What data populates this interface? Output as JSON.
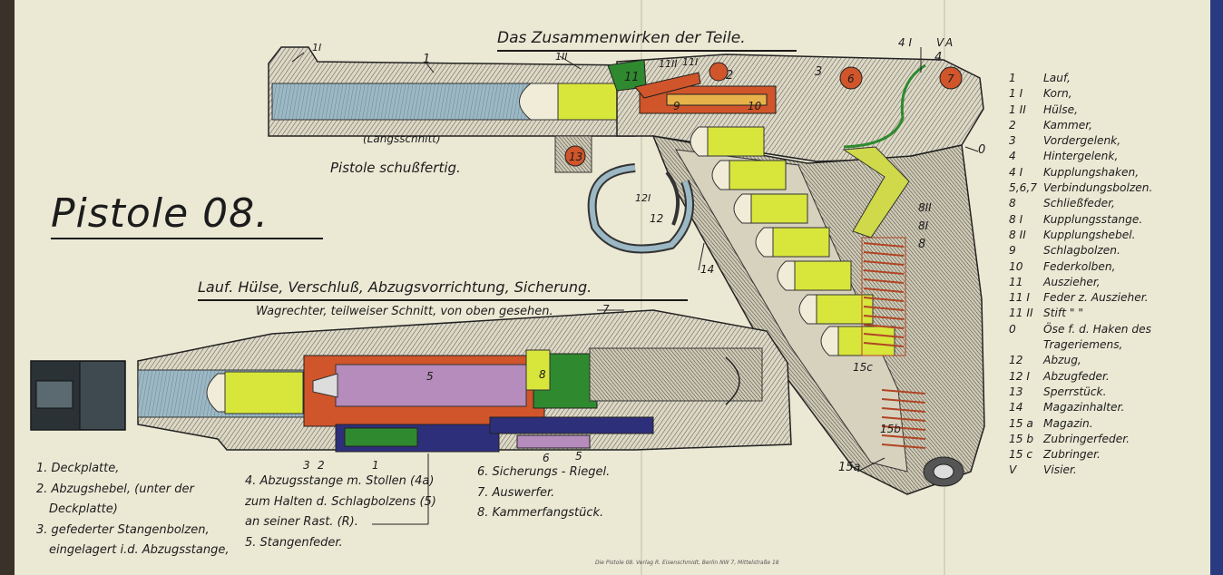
{
  "page": {
    "title": "Pistole 08.",
    "header_top": "Das Zusammenwirken der Teile.",
    "longitudinal_section": "(Längsschnitt)",
    "ready_to_fire": "Pistole schußfertig.",
    "section_heading_parts": [
      "Lauf.",
      "Hülse,",
      "Verschluß,",
      "Abzugsvorrichtung,",
      "Sicherung."
    ],
    "section_subheading": "Wagrechter, teilweiser Schnitt, von oben gesehen."
  },
  "legend": [
    {
      "n": "1",
      "text": "Lauf,"
    },
    {
      "n": "1 I",
      "text": "Korn,"
    },
    {
      "n": "1 II",
      "text": "Hülse,"
    },
    {
      "n": "2",
      "text": "Kammer,"
    },
    {
      "n": "3",
      "text": "Vordergelenk,"
    },
    {
      "n": "4",
      "text": "Hintergelenk,"
    },
    {
      "n": "4 I",
      "text": "Kupplungshaken,"
    },
    {
      "n": "5,6,7",
      "text": "Verbindungsbolzen."
    },
    {
      "n": "8",
      "text": "Schließfeder,"
    },
    {
      "n": "8 I",
      "text": "Kupplungsstange."
    },
    {
      "n": "8 II",
      "text": "Kupplungshebel."
    },
    {
      "n": "9",
      "text": "Schlagbolzen."
    },
    {
      "n": "10",
      "text": "Federkolben,"
    },
    {
      "n": "11",
      "text": "Auszieher,"
    },
    {
      "n": "11 I",
      "text": "Feder z. Auszieher."
    },
    {
      "n": "11 II",
      "text": "Stift   \"      \""
    },
    {
      "n": "0",
      "text": "Öse f. d. Haken des"
    },
    {
      "n": "",
      "text": "Trageriemens,"
    },
    {
      "n": "12",
      "text": "Abzug,"
    },
    {
      "n": "12 I",
      "text": "Abzugfeder."
    },
    {
      "n": "13",
      "text": "Sperrstück."
    },
    {
      "n": "14",
      "text": "Magazinhalter."
    },
    {
      "n": "15 a",
      "text": "Magazin."
    },
    {
      "n": "15 b",
      "text": "Zubringerfeder."
    },
    {
      "n": "15 c",
      "text": "Zubringer."
    },
    {
      "n": "V",
      "text": "Visier."
    }
  ],
  "bottom_left": [
    "1. Deckplatte,",
    "2. Abzugshebel, (unter der",
    "Deckplatte)",
    "3. gefederter Stangenbolzen,",
    "eingelagert i.d. Abzugsstange,"
  ],
  "bottom_middle": [
    "4. Abzugsstange m. Stollen (4a)",
    "zum Halten d. Schlagbolzens (5)",
    "an seiner Rast. (R).",
    "5. Stangenfeder."
  ],
  "bottom_right": [
    "6. Sicherungs - Riegel.",
    "7. Auswerfer.",
    "8. Kammerfangstück."
  ],
  "callouts": {
    "c1": "1",
    "c1I": "1I",
    "c1II": "1II",
    "c11II": "11II",
    "c11I": "11I",
    "c11": "11",
    "c2": "2",
    "c3": "3",
    "c4": "4",
    "c4I": "4 I",
    "cV": "V",
    "cA": "A",
    "c10": "10",
    "c9": "9",
    "c6": "6",
    "c7": "7",
    "c0": "0",
    "c13": "13",
    "c12": "12",
    "c12I": "12I",
    "c14": "14",
    "c8II": "8II",
    "c8I": "8I",
    "c8": "8",
    "c15a": "15a",
    "c15b": "15b",
    "c15c": "15c",
    "b3": "3",
    "b2": "2",
    "b1": "1",
    "b6": "6",
    "b5": "5",
    "b7": "7",
    "b8": "8",
    "b5s": "5"
  },
  "footer": "Die Pistole 08.   Verlag R. Eisenschmidt, Berlin NW 7, Mittelstraße 18",
  "colors": {
    "paper": "#ebe8d4",
    "steel_blue": "#9bb8c4",
    "cartridge_yellow": "#d8e63c",
    "orange_parts": "#d0552a",
    "green_parts": "#2f8a2f",
    "purple_parts": "#b68cbc",
    "navy_parts": "#2e2f7a"
  }
}
